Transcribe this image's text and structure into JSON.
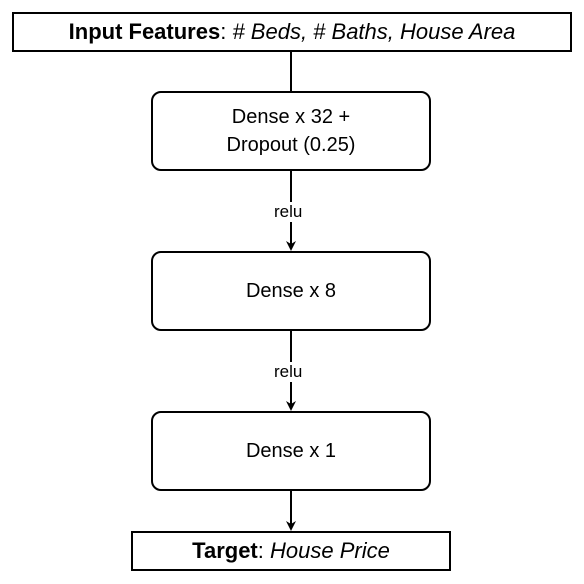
{
  "input": {
    "label": "Input Features",
    "separator": ": ",
    "value": "# Beds, # Baths, House Area"
  },
  "layers": [
    {
      "text": "Dense x 32 +\nDropout (0.25)"
    },
    {
      "text": "Dense x 8"
    },
    {
      "text": "Dense x 1"
    }
  ],
  "activations": [
    "relu",
    "relu"
  ],
  "target": {
    "label": "Target",
    "separator": ": ",
    "value": "House Price"
  }
}
